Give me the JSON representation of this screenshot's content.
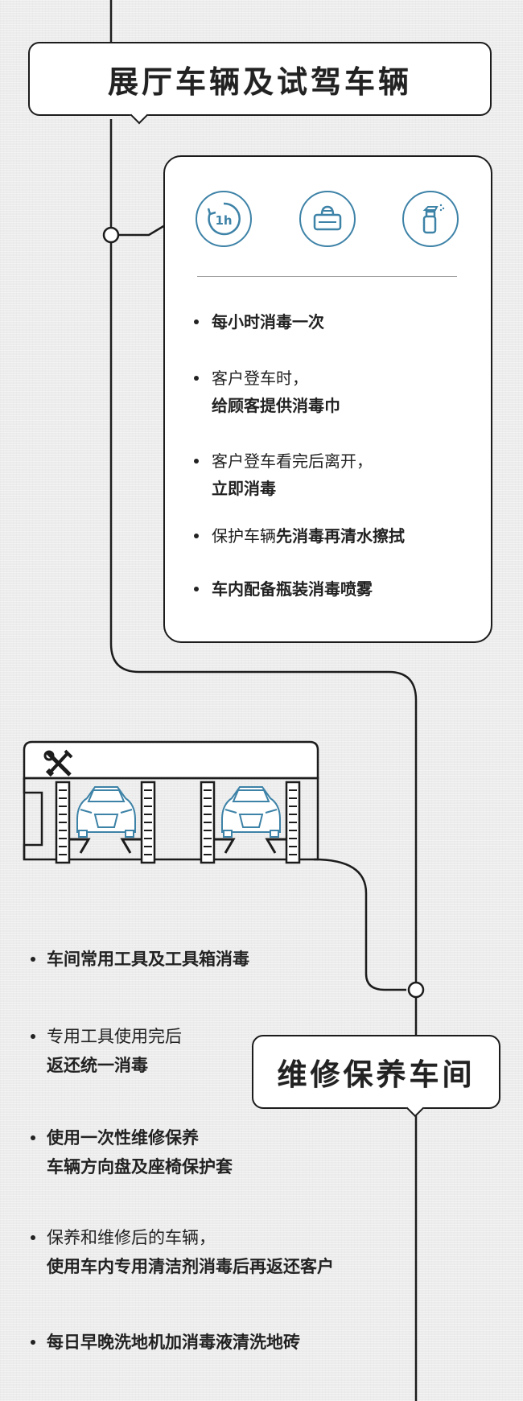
{
  "showroom": {
    "title": "展厅车辆及试驾车辆",
    "icons": [
      "hourly-icon",
      "wipes-icon",
      "spray-bottle-icon"
    ],
    "hour_label": "1h",
    "items": [
      {
        "normal": "",
        "bold": "每小时消毒一次",
        "rest": ""
      },
      {
        "normal": "客户登车时，",
        "bold": "给顾客提供消毒巾",
        "rest": ""
      },
      {
        "normal": "客户登车看完后离开，",
        "bold": "立即消毒",
        "rest": ""
      },
      {
        "normal": "保护车辆",
        "bold": "先消毒再清水擦拭",
        "rest": ""
      },
      {
        "normal": "",
        "bold": "车内配备瓶装消毒喷雾",
        "rest": ""
      }
    ]
  },
  "workshop": {
    "title": "维修保养车间",
    "icon": "tools-icon",
    "items": [
      {
        "normal": "",
        "bold": "车间常用工具及工具箱消毒"
      },
      {
        "normal": "专用工具使用完后",
        "bold": "返还统一消毒"
      },
      {
        "normal": "",
        "bold": "使用一次性维修保养",
        "bold2": "车辆方向盘及座椅保护套"
      },
      {
        "normal": "保养和维修后的车辆，",
        "bold": "使用车内专用清洁剂消毒后再返还客户"
      },
      {
        "normal": "",
        "bold": "每日早晚洗地机加消毒液清洗地砖"
      }
    ]
  },
  "colors": {
    "accent": "#3d82a7",
    "line": "#1c1c1c"
  }
}
